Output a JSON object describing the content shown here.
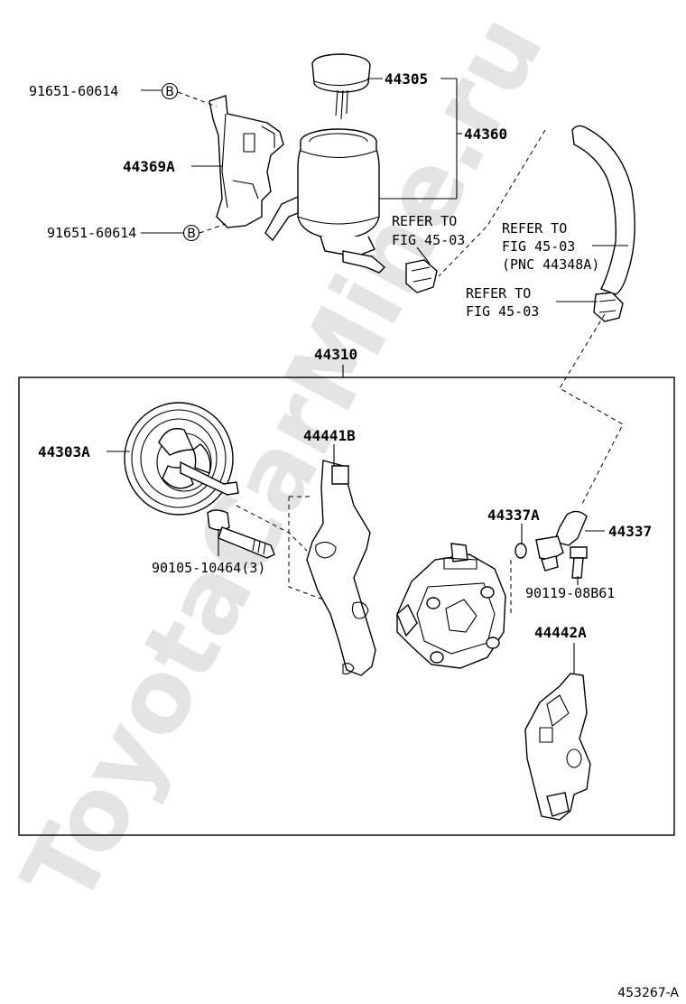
{
  "watermark": "ToyotaCarMine.ru",
  "figure_id": "453267-A",
  "callouts": {
    "bolt_upper": "91651-60614",
    "bolt_lower": "91651-60614",
    "b_marker": "B",
    "bracket_reservoir": "44369A",
    "cap": "44305",
    "reservoir": "44360",
    "assembly": "44310",
    "pulley": "44303A",
    "front_bracket": "44441B",
    "bolt_long": "90105-10464(3)",
    "o_ring": "44337A",
    "union": "44337",
    "union_bolt": "90119-08B61",
    "rear_bracket": "44442A"
  },
  "refer_notes": {
    "note1_line1": "REFER TO",
    "note1_line2": "FIG 45-03",
    "note2_line1": "REFER TO",
    "note2_line2": "FIG 45-03",
    "note2_line3": "(PNC 44348A)",
    "note3_line1": "REFER TO",
    "note3_line2": "FIG 45-03"
  }
}
